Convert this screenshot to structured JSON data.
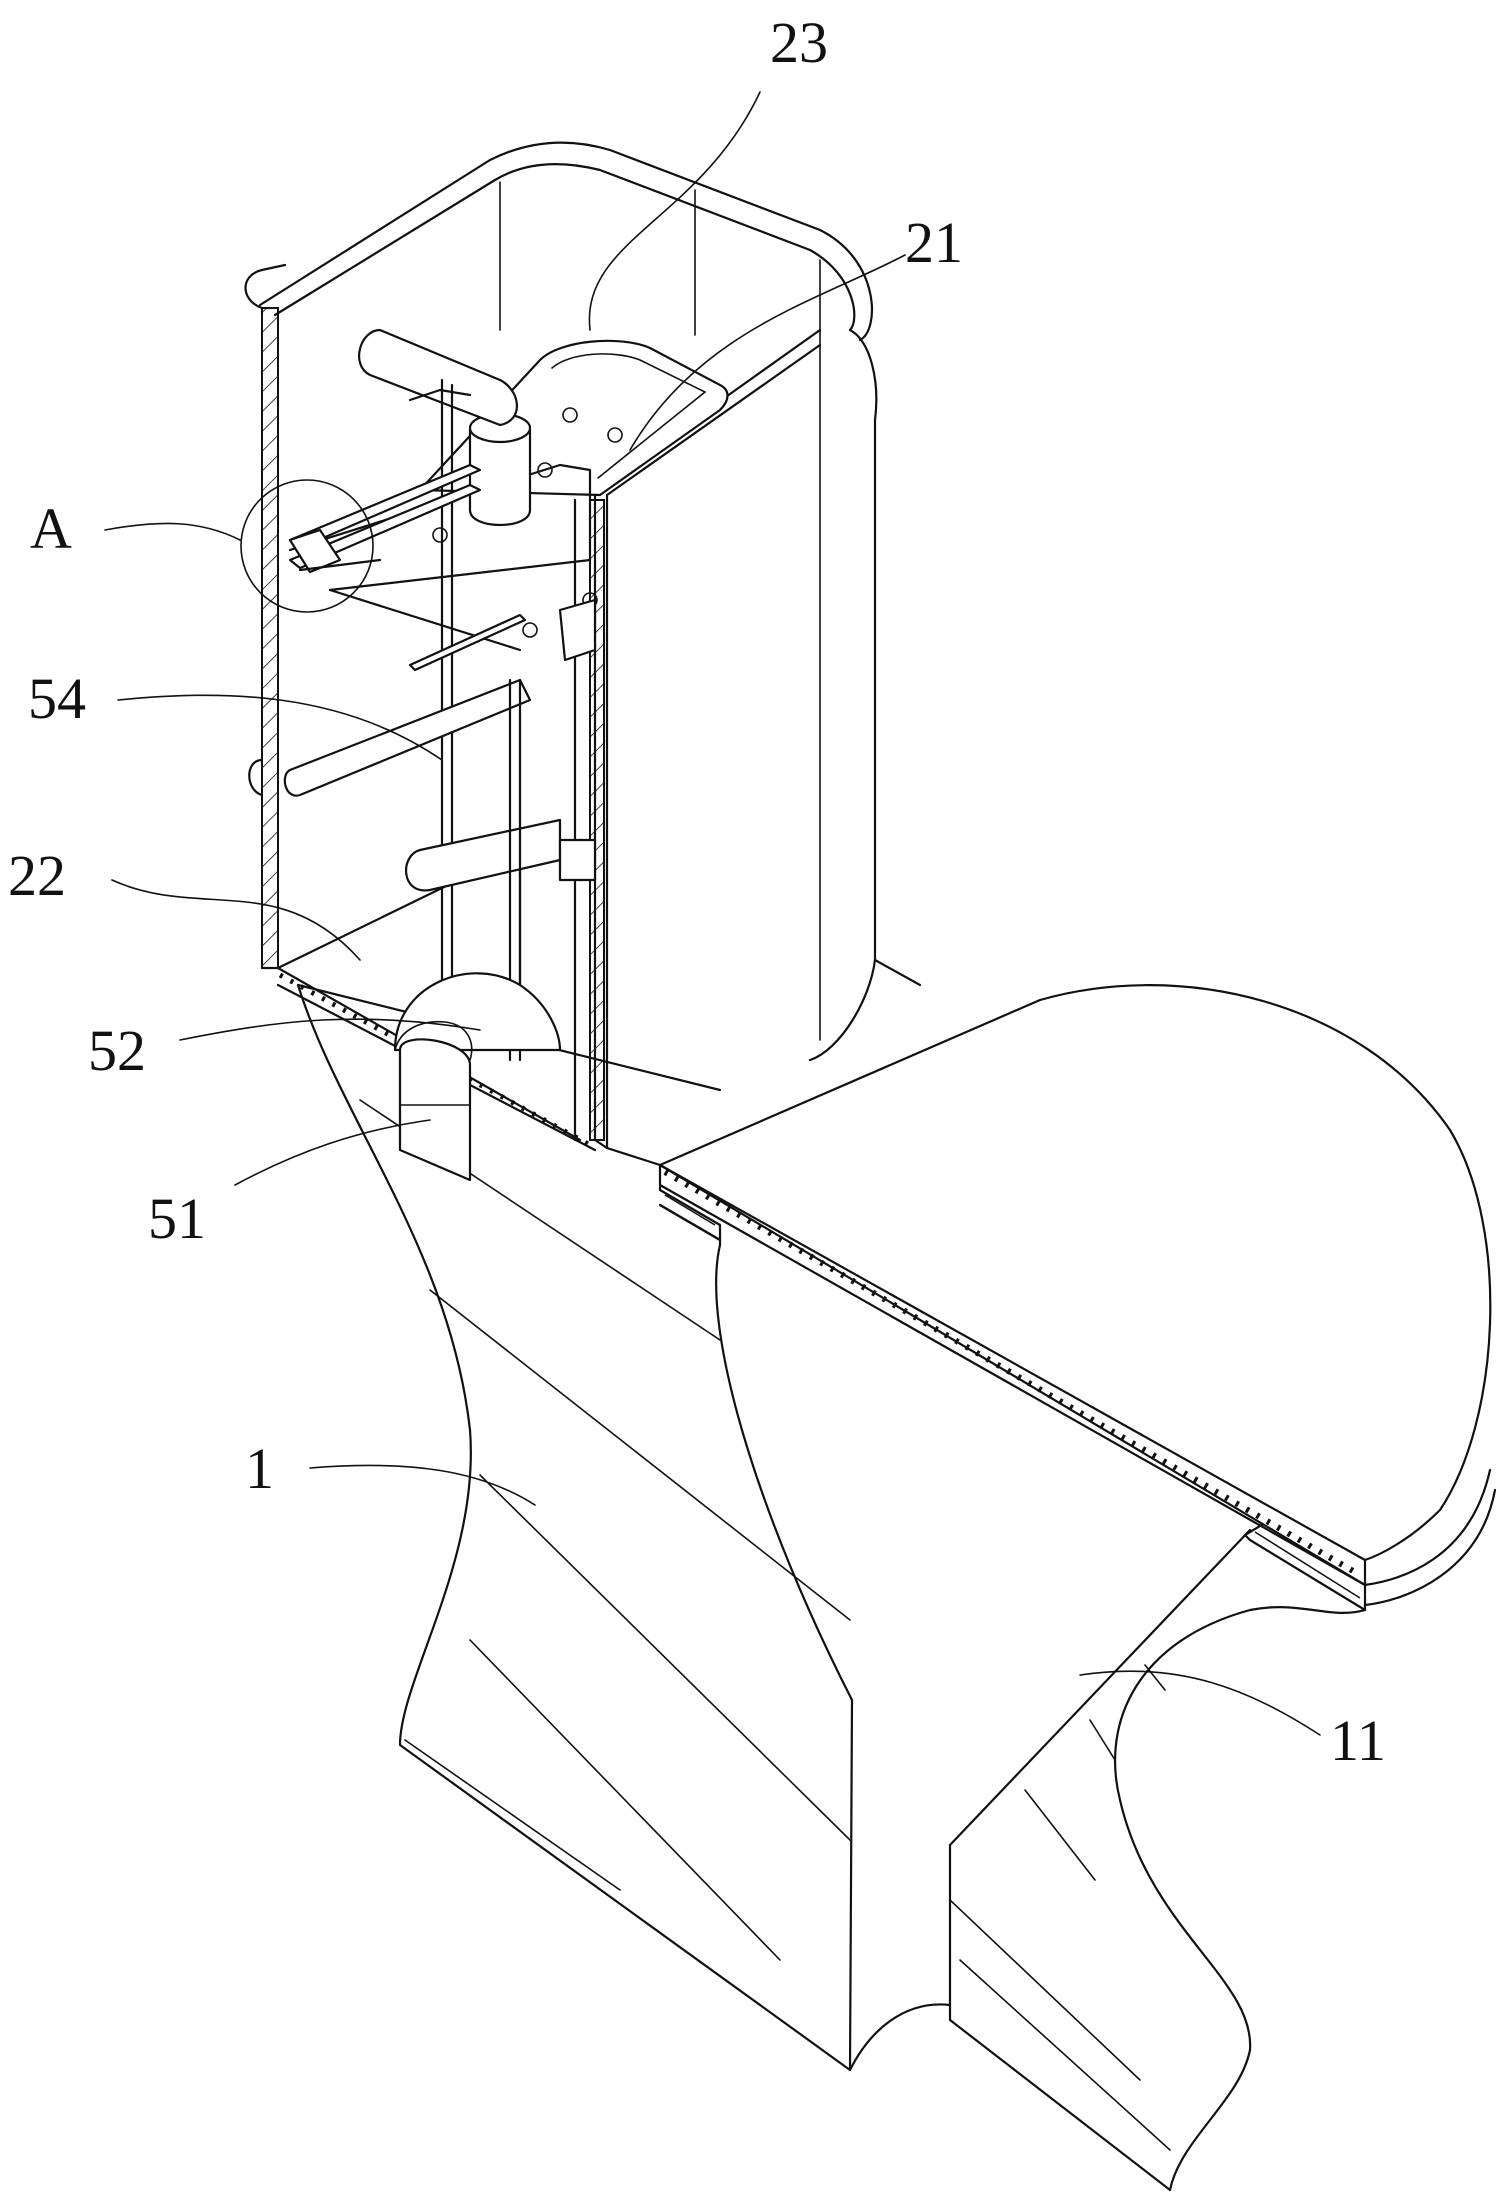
{
  "labels": {
    "l23": "23",
    "l21": "21",
    "lA": "A",
    "l54": "54",
    "l22": "22",
    "l52": "52",
    "l51": "51",
    "l1": "1",
    "l11": "11"
  }
}
